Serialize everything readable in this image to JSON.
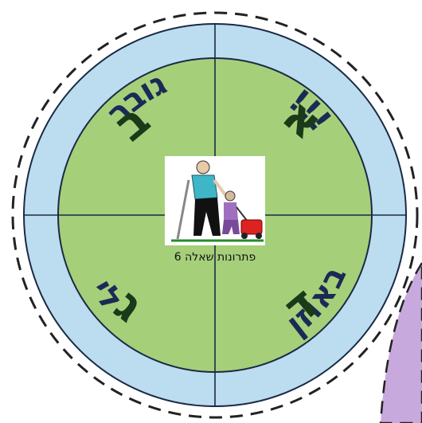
{
  "wheel": {
    "quadrants": [
      {
        "id": "top-right",
        "letter": "א",
        "word": "!!!"
      },
      {
        "id": "top-left",
        "letter": "ב",
        "word": "גובר"
      },
      {
        "id": "bottom-left",
        "letter": "ג",
        "word": "לי"
      },
      {
        "id": "bottom-right",
        "letter": "ד",
        "word": "באוזן"
      }
    ],
    "caption": "פתרונות שאלה 6",
    "picture_icon": "elderly-man-with-cane-and-child-pushing-lawnmower"
  },
  "colors": {
    "outer_ring": "#bcdcf0",
    "inner_circle": "#a6cf7a",
    "side_blob": "#c8a9dd"
  }
}
